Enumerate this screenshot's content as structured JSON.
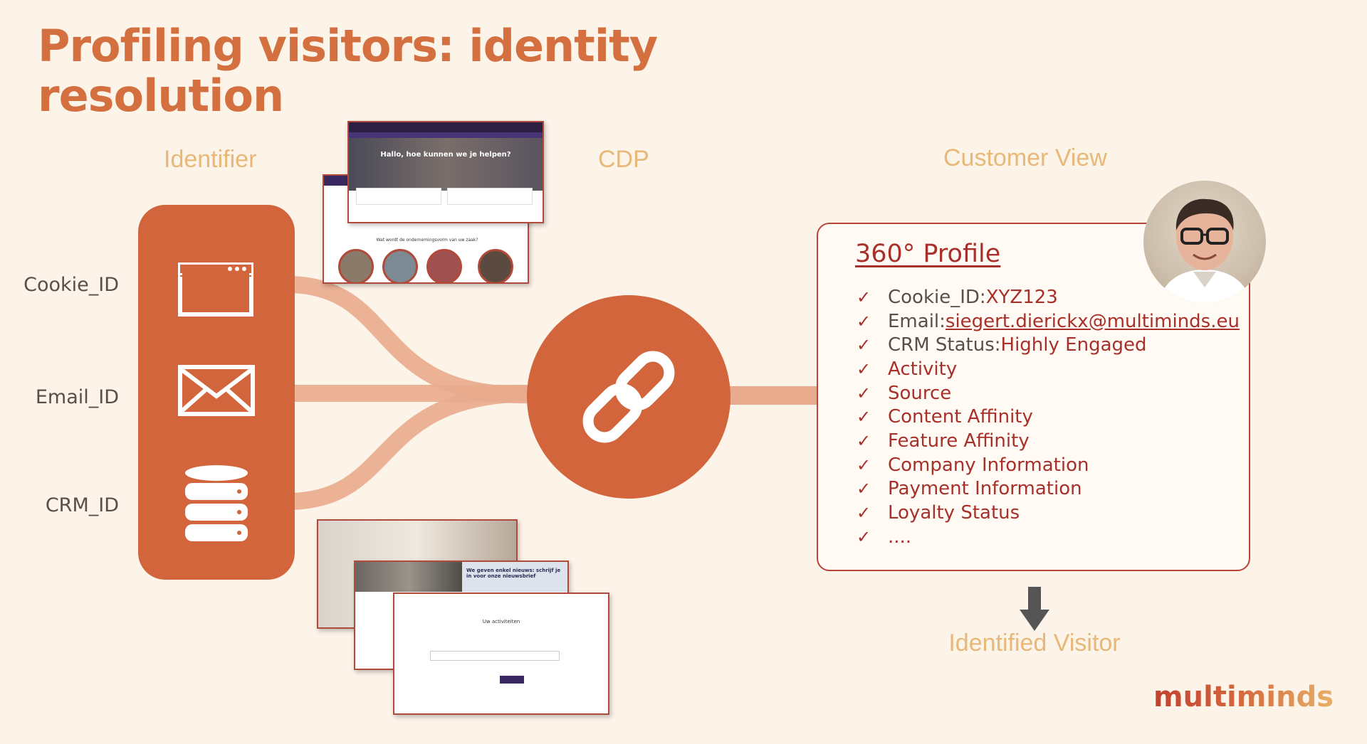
{
  "slide": {
    "title": "Profiling visitors: identity resolution",
    "brand": "multiminds"
  },
  "columns": {
    "identifier": "Identifier",
    "cdp": "CDP",
    "customer_view": "Customer View"
  },
  "identifiers": [
    {
      "label": "Cookie_ID",
      "icon": "browser-window-icon"
    },
    {
      "label": "Email_ID",
      "icon": "envelope-icon"
    },
    {
      "label": "CRM_ID",
      "icon": "database-icon"
    }
  ],
  "cdp": {
    "icon": "chain-link-icon"
  },
  "profile": {
    "title": "360° Profile",
    "items": [
      {
        "label": "Cookie_ID: ",
        "value": "XYZ123"
      },
      {
        "label": "Email: ",
        "link": "siegert.dierickx@multiminds.eu"
      },
      {
        "label": "CRM Status: ",
        "value": "Highly Engaged"
      },
      {
        "text": "Activity"
      },
      {
        "text": "Source"
      },
      {
        "text": "Content Affinity"
      },
      {
        "text": "Feature Affinity"
      },
      {
        "text": "Company Information"
      },
      {
        "text": "Payment Information"
      },
      {
        "text": "Loyalty Status"
      },
      {
        "text": "...."
      }
    ]
  },
  "outcome": "Identified Visitor",
  "screenshots_top": {
    "hero_text": "Hallo, hoe kunnen we je helpen?",
    "section_text": "Wat wordt de ondernemingsvorm van uw zaak?"
  },
  "screenshots_bottom": {
    "newsletter_text": "We geven enkel nieuws: schrijf je in voor onze nieuwsbrief",
    "form_title": "Uw activiteiten"
  },
  "colors": {
    "background": "#fcf3e9",
    "accent": "#d2653c",
    "flow": "#e9ab8d",
    "heading": "#e7b877",
    "profile_text": "#a8302a"
  }
}
